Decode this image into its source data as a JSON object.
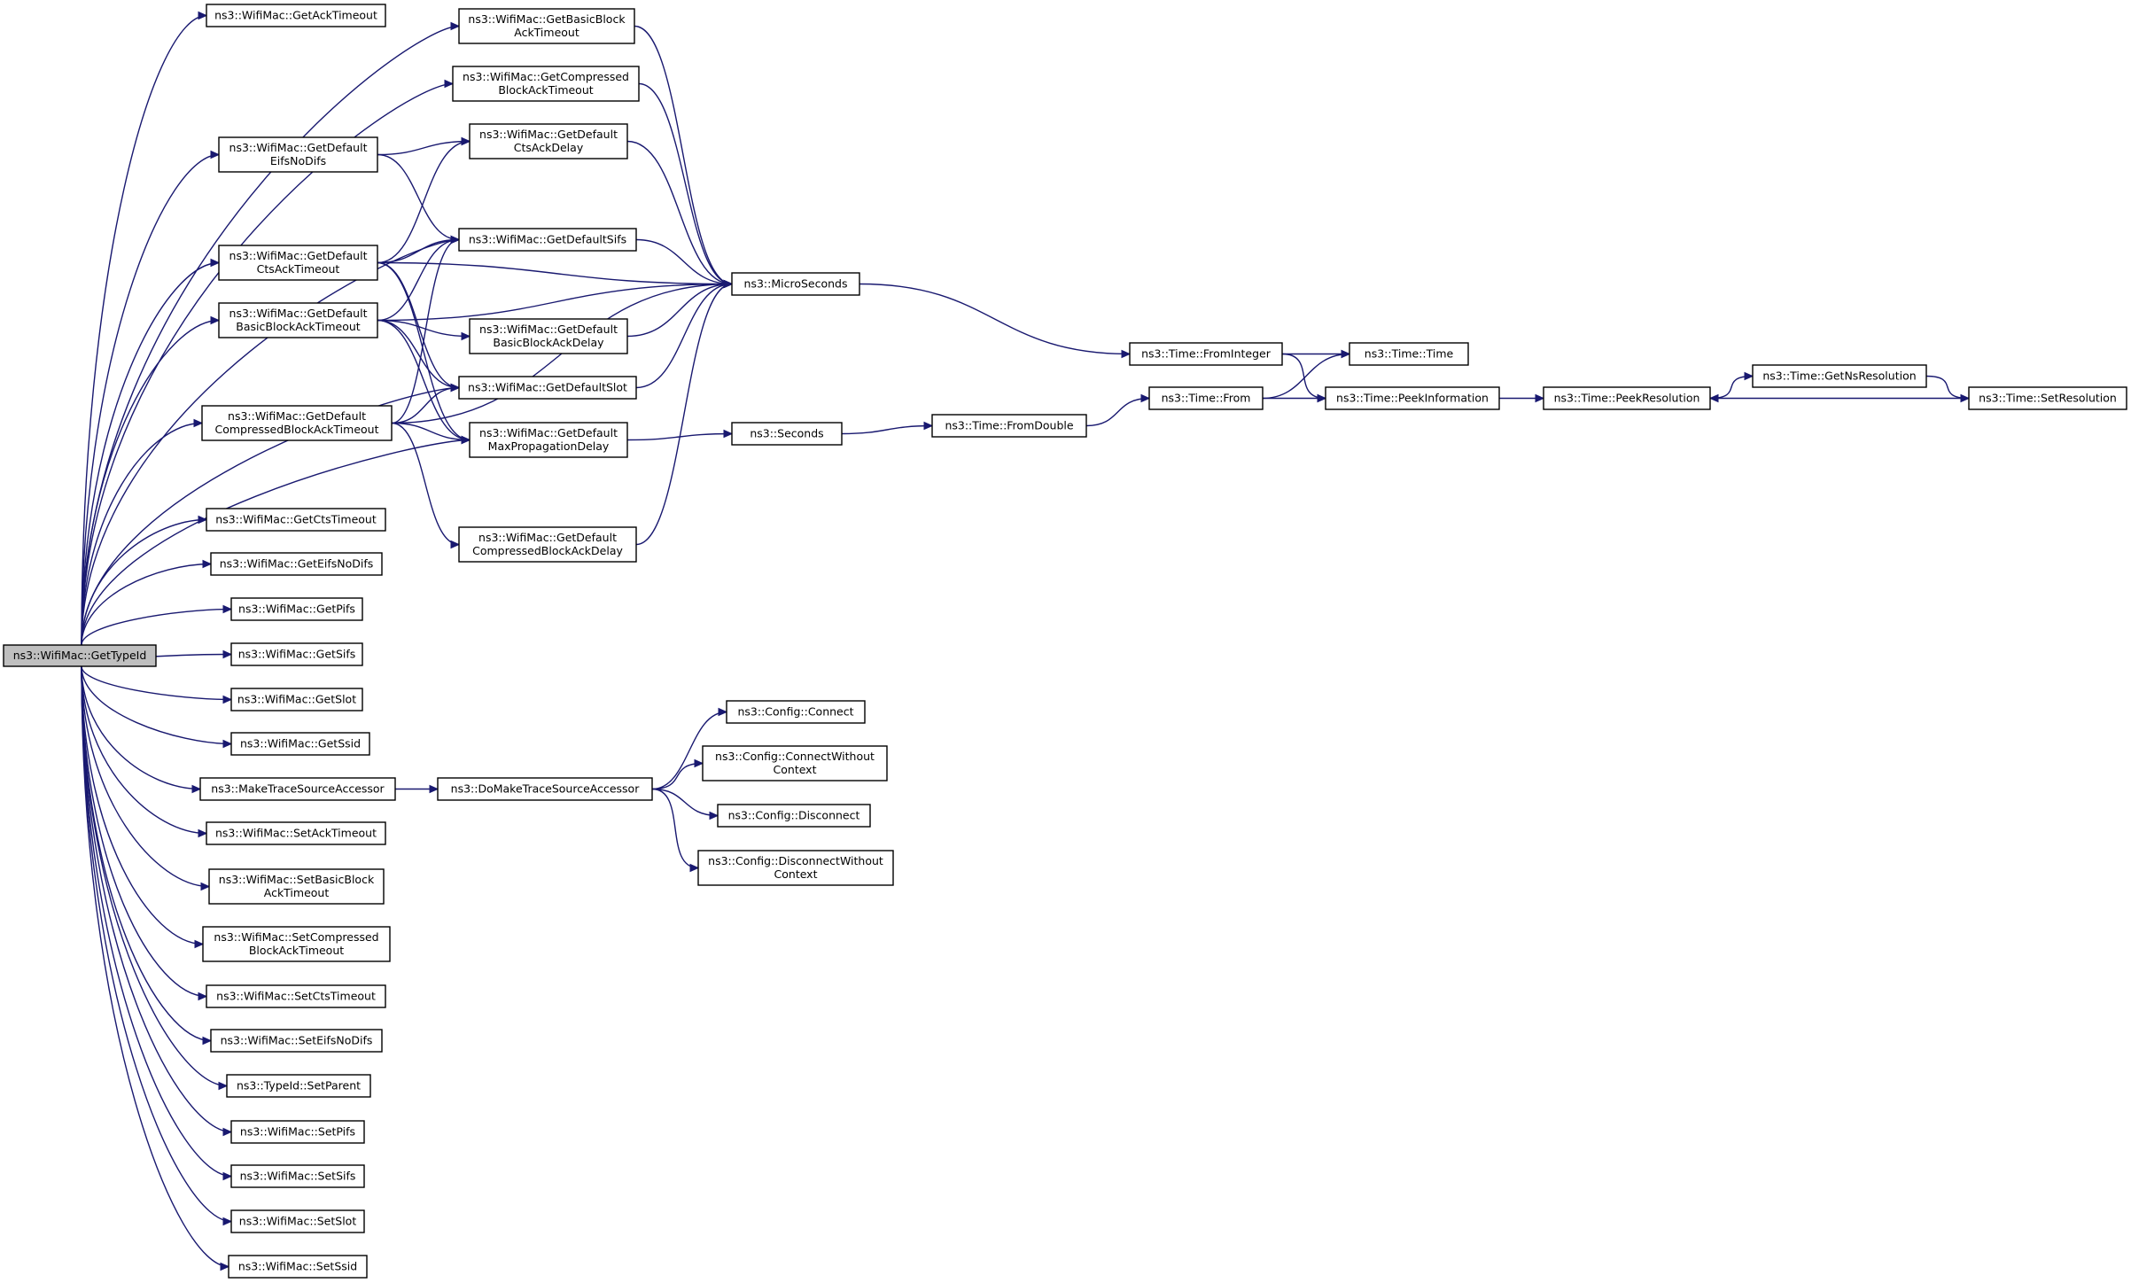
{
  "colors": {
    "edge": "#191970",
    "root_fill": "#bfbfbf",
    "node_fill": "#ffffff",
    "node_border": "#000000"
  },
  "nodes": [
    {
      "id": "getTypeId",
      "lines": [
        "ns3::WifiMac::GetTypeId"
      ],
      "root": true
    },
    {
      "id": "getAckTimeout",
      "lines": [
        "ns3::WifiMac::GetAckTimeout"
      ]
    },
    {
      "id": "getBasicBlockAckTimeout",
      "lines": [
        "ns3::WifiMac::GetBasicBlock",
        "AckTimeout"
      ]
    },
    {
      "id": "getCompressedBlockAckTimeout",
      "lines": [
        "ns3::WifiMac::GetCompressed",
        "BlockAckTimeout"
      ]
    },
    {
      "id": "getDefaultEifsNoDifs",
      "lines": [
        "ns3::WifiMac::GetDefault",
        "EifsNoDifs"
      ]
    },
    {
      "id": "getDefaultCtsAckDelay",
      "lines": [
        "ns3::WifiMac::GetDefault",
        "CtsAckDelay"
      ]
    },
    {
      "id": "getDefaultSifs",
      "lines": [
        "ns3::WifiMac::GetDefaultSifs"
      ]
    },
    {
      "id": "getDefaultCtsAckTimeout",
      "lines": [
        "ns3::WifiMac::GetDefault",
        "CtsAckTimeout"
      ]
    },
    {
      "id": "microSeconds",
      "lines": [
        "ns3::MicroSeconds"
      ]
    },
    {
      "id": "getDefaultBasicBlockAckTimeout",
      "lines": [
        "ns3::WifiMac::GetDefault",
        "BasicBlockAckTimeout"
      ]
    },
    {
      "id": "getDefaultBasicBlockAckDelay",
      "lines": [
        "ns3::WifiMac::GetDefault",
        "BasicBlockAckDelay"
      ]
    },
    {
      "id": "getDefaultSlot",
      "lines": [
        "ns3::WifiMac::GetDefaultSlot"
      ]
    },
    {
      "id": "getDefaultCompressedBlockAckTimeout",
      "lines": [
        "ns3::WifiMac::GetDefault",
        "CompressedBlockAckTimeout"
      ]
    },
    {
      "id": "getDefaultMaxPropagationDelay",
      "lines": [
        "ns3::WifiMac::GetDefault",
        "MaxPropagationDelay"
      ]
    },
    {
      "id": "getDefaultCompressedBlockAckDelay",
      "lines": [
        "ns3::WifiMac::GetDefault",
        "CompressedBlockAckDelay"
      ]
    },
    {
      "id": "seconds",
      "lines": [
        "ns3::Seconds"
      ]
    },
    {
      "id": "fromDouble",
      "lines": [
        "ns3::Time::FromDouble"
      ]
    },
    {
      "id": "timeFrom",
      "lines": [
        "ns3::Time::From"
      ]
    },
    {
      "id": "fromInteger",
      "lines": [
        "ns3::Time::FromInteger"
      ]
    },
    {
      "id": "timeTime",
      "lines": [
        "ns3::Time::Time"
      ]
    },
    {
      "id": "peekInformation",
      "lines": [
        "ns3::Time::PeekInformation"
      ]
    },
    {
      "id": "peekResolution",
      "lines": [
        "ns3::Time::PeekResolution"
      ]
    },
    {
      "id": "getNsResolution",
      "lines": [
        "ns3::Time::GetNsResolution"
      ]
    },
    {
      "id": "setResolution",
      "lines": [
        "ns3::Time::SetResolution"
      ]
    },
    {
      "id": "getCtsTimeout",
      "lines": [
        "ns3::WifiMac::GetCtsTimeout"
      ]
    },
    {
      "id": "getEifsNoDifs",
      "lines": [
        "ns3::WifiMac::GetEifsNoDifs"
      ]
    },
    {
      "id": "getPifs",
      "lines": [
        "ns3::WifiMac::GetPifs"
      ]
    },
    {
      "id": "getSifs",
      "lines": [
        "ns3::WifiMac::GetSifs"
      ]
    },
    {
      "id": "getSlot",
      "lines": [
        "ns3::WifiMac::GetSlot"
      ]
    },
    {
      "id": "getSsid",
      "lines": [
        "ns3::WifiMac::GetSsid"
      ]
    },
    {
      "id": "makeTraceSourceAccessor",
      "lines": [
        "ns3::MakeTraceSourceAccessor"
      ]
    },
    {
      "id": "doMakeTraceSourceAccessor",
      "lines": [
        "ns3::DoMakeTraceSourceAccessor"
      ]
    },
    {
      "id": "configConnect",
      "lines": [
        "ns3::Config::Connect"
      ]
    },
    {
      "id": "configConnectWithoutContext",
      "lines": [
        "ns3::Config::ConnectWithout",
        "Context"
      ]
    },
    {
      "id": "configDisconnect",
      "lines": [
        "ns3::Config::Disconnect"
      ]
    },
    {
      "id": "configDisconnectWithoutContext",
      "lines": [
        "ns3::Config::DisconnectWithout",
        "Context"
      ]
    },
    {
      "id": "setAckTimeout",
      "lines": [
        "ns3::WifiMac::SetAckTimeout"
      ]
    },
    {
      "id": "setBasicBlockAckTimeout",
      "lines": [
        "ns3::WifiMac::SetBasicBlock",
        "AckTimeout"
      ]
    },
    {
      "id": "setCompressedBlockAckTimeout",
      "lines": [
        "ns3::WifiMac::SetCompressed",
        "BlockAckTimeout"
      ]
    },
    {
      "id": "setCtsTimeout",
      "lines": [
        "ns3::WifiMac::SetCtsTimeout"
      ]
    },
    {
      "id": "setEifsNoDifs",
      "lines": [
        "ns3::WifiMac::SetEifsNoDifs"
      ]
    },
    {
      "id": "typeIdSetParent",
      "lines": [
        "ns3::TypeId::SetParent"
      ]
    },
    {
      "id": "setPifs",
      "lines": [
        "ns3::WifiMac::SetPifs"
      ]
    },
    {
      "id": "setSifs",
      "lines": [
        "ns3::WifiMac::SetSifs"
      ]
    },
    {
      "id": "setSlot",
      "lines": [
        "ns3::WifiMac::SetSlot"
      ]
    },
    {
      "id": "setSsid",
      "lines": [
        "ns3::WifiMac::SetSsid"
      ]
    }
  ],
  "edges": [
    [
      "getTypeId",
      "getAckTimeout"
    ],
    [
      "getTypeId",
      "getBasicBlockAckTimeout"
    ],
    [
      "getTypeId",
      "getCompressedBlockAckTimeout"
    ],
    [
      "getTypeId",
      "getDefaultEifsNoDifs"
    ],
    [
      "getTypeId",
      "getDefaultSifs"
    ],
    [
      "getTypeId",
      "getDefaultCtsAckTimeout"
    ],
    [
      "getTypeId",
      "getDefaultBasicBlockAckTimeout"
    ],
    [
      "getTypeId",
      "getDefaultSlot"
    ],
    [
      "getTypeId",
      "getDefaultCompressedBlockAckTimeout"
    ],
    [
      "getTypeId",
      "getDefaultMaxPropagationDelay"
    ],
    [
      "getTypeId",
      "getCtsTimeout"
    ],
    [
      "getTypeId",
      "getEifsNoDifs"
    ],
    [
      "getTypeId",
      "getPifs"
    ],
    [
      "getTypeId",
      "getSifs"
    ],
    [
      "getTypeId",
      "getSlot"
    ],
    [
      "getTypeId",
      "getSsid"
    ],
    [
      "getTypeId",
      "makeTraceSourceAccessor"
    ],
    [
      "getTypeId",
      "setAckTimeout"
    ],
    [
      "getTypeId",
      "setBasicBlockAckTimeout"
    ],
    [
      "getTypeId",
      "setCompressedBlockAckTimeout"
    ],
    [
      "getTypeId",
      "setCtsTimeout"
    ],
    [
      "getTypeId",
      "setEifsNoDifs"
    ],
    [
      "getTypeId",
      "typeIdSetParent"
    ],
    [
      "getTypeId",
      "setPifs"
    ],
    [
      "getTypeId",
      "setSifs"
    ],
    [
      "getTypeId",
      "setSlot"
    ],
    [
      "getTypeId",
      "setSsid"
    ],
    [
      "getBasicBlockAckTimeout",
      "microSeconds"
    ],
    [
      "getCompressedBlockAckTimeout",
      "microSeconds"
    ],
    [
      "getDefaultEifsNoDifs",
      "getDefaultCtsAckDelay"
    ],
    [
      "getDefaultEifsNoDifs",
      "getDefaultSifs"
    ],
    [
      "getDefaultCtsAckDelay",
      "microSeconds"
    ],
    [
      "getDefaultSifs",
      "microSeconds"
    ],
    [
      "getDefaultCtsAckTimeout",
      "getDefaultCtsAckDelay"
    ],
    [
      "getDefaultCtsAckTimeout",
      "getDefaultSifs"
    ],
    [
      "getDefaultCtsAckTimeout",
      "microSeconds"
    ],
    [
      "getDefaultCtsAckTimeout",
      "getDefaultSlot"
    ],
    [
      "getDefaultCtsAckTimeout",
      "getDefaultMaxPropagationDelay"
    ],
    [
      "getDefaultBasicBlockAckTimeout",
      "getDefaultSifs"
    ],
    [
      "getDefaultBasicBlockAckTimeout",
      "microSeconds"
    ],
    [
      "getDefaultBasicBlockAckTimeout",
      "getDefaultBasicBlockAckDelay"
    ],
    [
      "getDefaultBasicBlockAckTimeout",
      "getDefaultSlot"
    ],
    [
      "getDefaultBasicBlockAckTimeout",
      "getDefaultMaxPropagationDelay"
    ],
    [
      "getDefaultBasicBlockAckDelay",
      "microSeconds"
    ],
    [
      "getDefaultSlot",
      "microSeconds"
    ],
    [
      "getDefaultCompressedBlockAckTimeout",
      "getDefaultSifs"
    ],
    [
      "getDefaultCompressedBlockAckTimeout",
      "getDefaultSlot"
    ],
    [
      "getDefaultCompressedBlockAckTimeout",
      "getDefaultMaxPropagationDelay"
    ],
    [
      "getDefaultCompressedBlockAckTimeout",
      "microSeconds"
    ],
    [
      "getDefaultCompressedBlockAckTimeout",
      "getDefaultCompressedBlockAckDelay"
    ],
    [
      "getDefaultCompressedBlockAckDelay",
      "microSeconds"
    ],
    [
      "getDefaultMaxPropagationDelay",
      "seconds"
    ],
    [
      "seconds",
      "fromDouble"
    ],
    [
      "fromDouble",
      "timeFrom"
    ],
    [
      "timeFrom",
      "timeTime"
    ],
    [
      "timeFrom",
      "peekInformation"
    ],
    [
      "microSeconds",
      "fromInteger"
    ],
    [
      "fromInteger",
      "timeTime"
    ],
    [
      "fromInteger",
      "peekInformation"
    ],
    [
      "peekInformation",
      "peekResolution"
    ],
    [
      "peekResolution",
      "getNsResolution"
    ],
    [
      "getNsResolution",
      "setResolution"
    ],
    [
      "setResolution",
      "peekResolution"
    ],
    [
      "makeTraceSourceAccessor",
      "doMakeTraceSourceAccessor"
    ],
    [
      "doMakeTraceSourceAccessor",
      "configConnect"
    ],
    [
      "doMakeTraceSourceAccessor",
      "configConnectWithoutContext"
    ],
    [
      "doMakeTraceSourceAccessor",
      "configDisconnect"
    ],
    [
      "doMakeTraceSourceAccessor",
      "configDisconnectWithoutContext"
    ]
  ]
}
